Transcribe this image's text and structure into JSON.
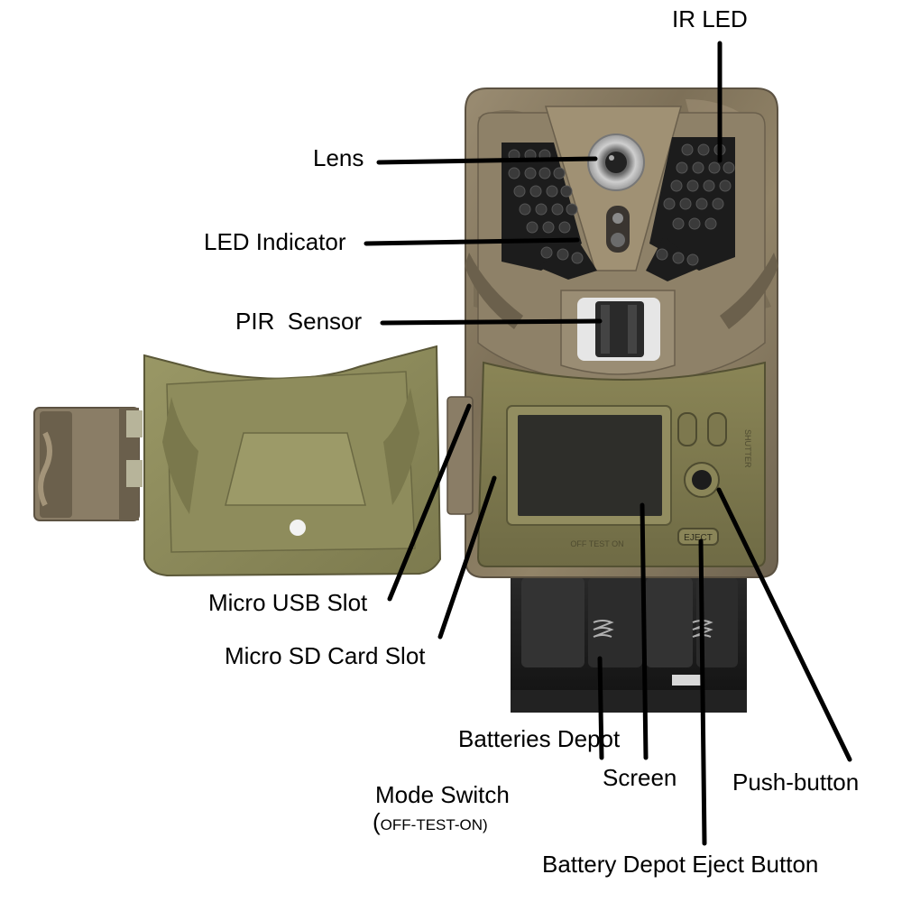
{
  "labels": {
    "ir_led": "IR LED",
    "lens": "Lens",
    "led_indicator": "LED Indicator",
    "pir_sensor": "PIR  Sensor",
    "micro_usb_slot": "Micro USB Slot",
    "micro_sd_card_slot": "Micro SD Card Slot",
    "batteries_depot": "Batteries Depot",
    "screen": "Screen",
    "push_button": "Push-button",
    "mode_switch": "Mode Switch",
    "mode_switch_open": "(",
    "mode_switch_options": "OFF-TEST-ON",
    "mode_switch_close": ")",
    "battery_depot_eject_button": "Battery Depot Eject Button"
  },
  "device_markings": {
    "eject": "EJECT",
    "mode_positions": "OFF  TEST  ON",
    "side_text": "SHUTTER"
  },
  "colors": {
    "body_camo": "#8a7d66",
    "panel_green": "#7f7a4f",
    "door_interior": "#8c8a5a",
    "screen": "#2e2e2a",
    "battery_tray": "#1e1e1e",
    "leader_line": "#000000"
  }
}
